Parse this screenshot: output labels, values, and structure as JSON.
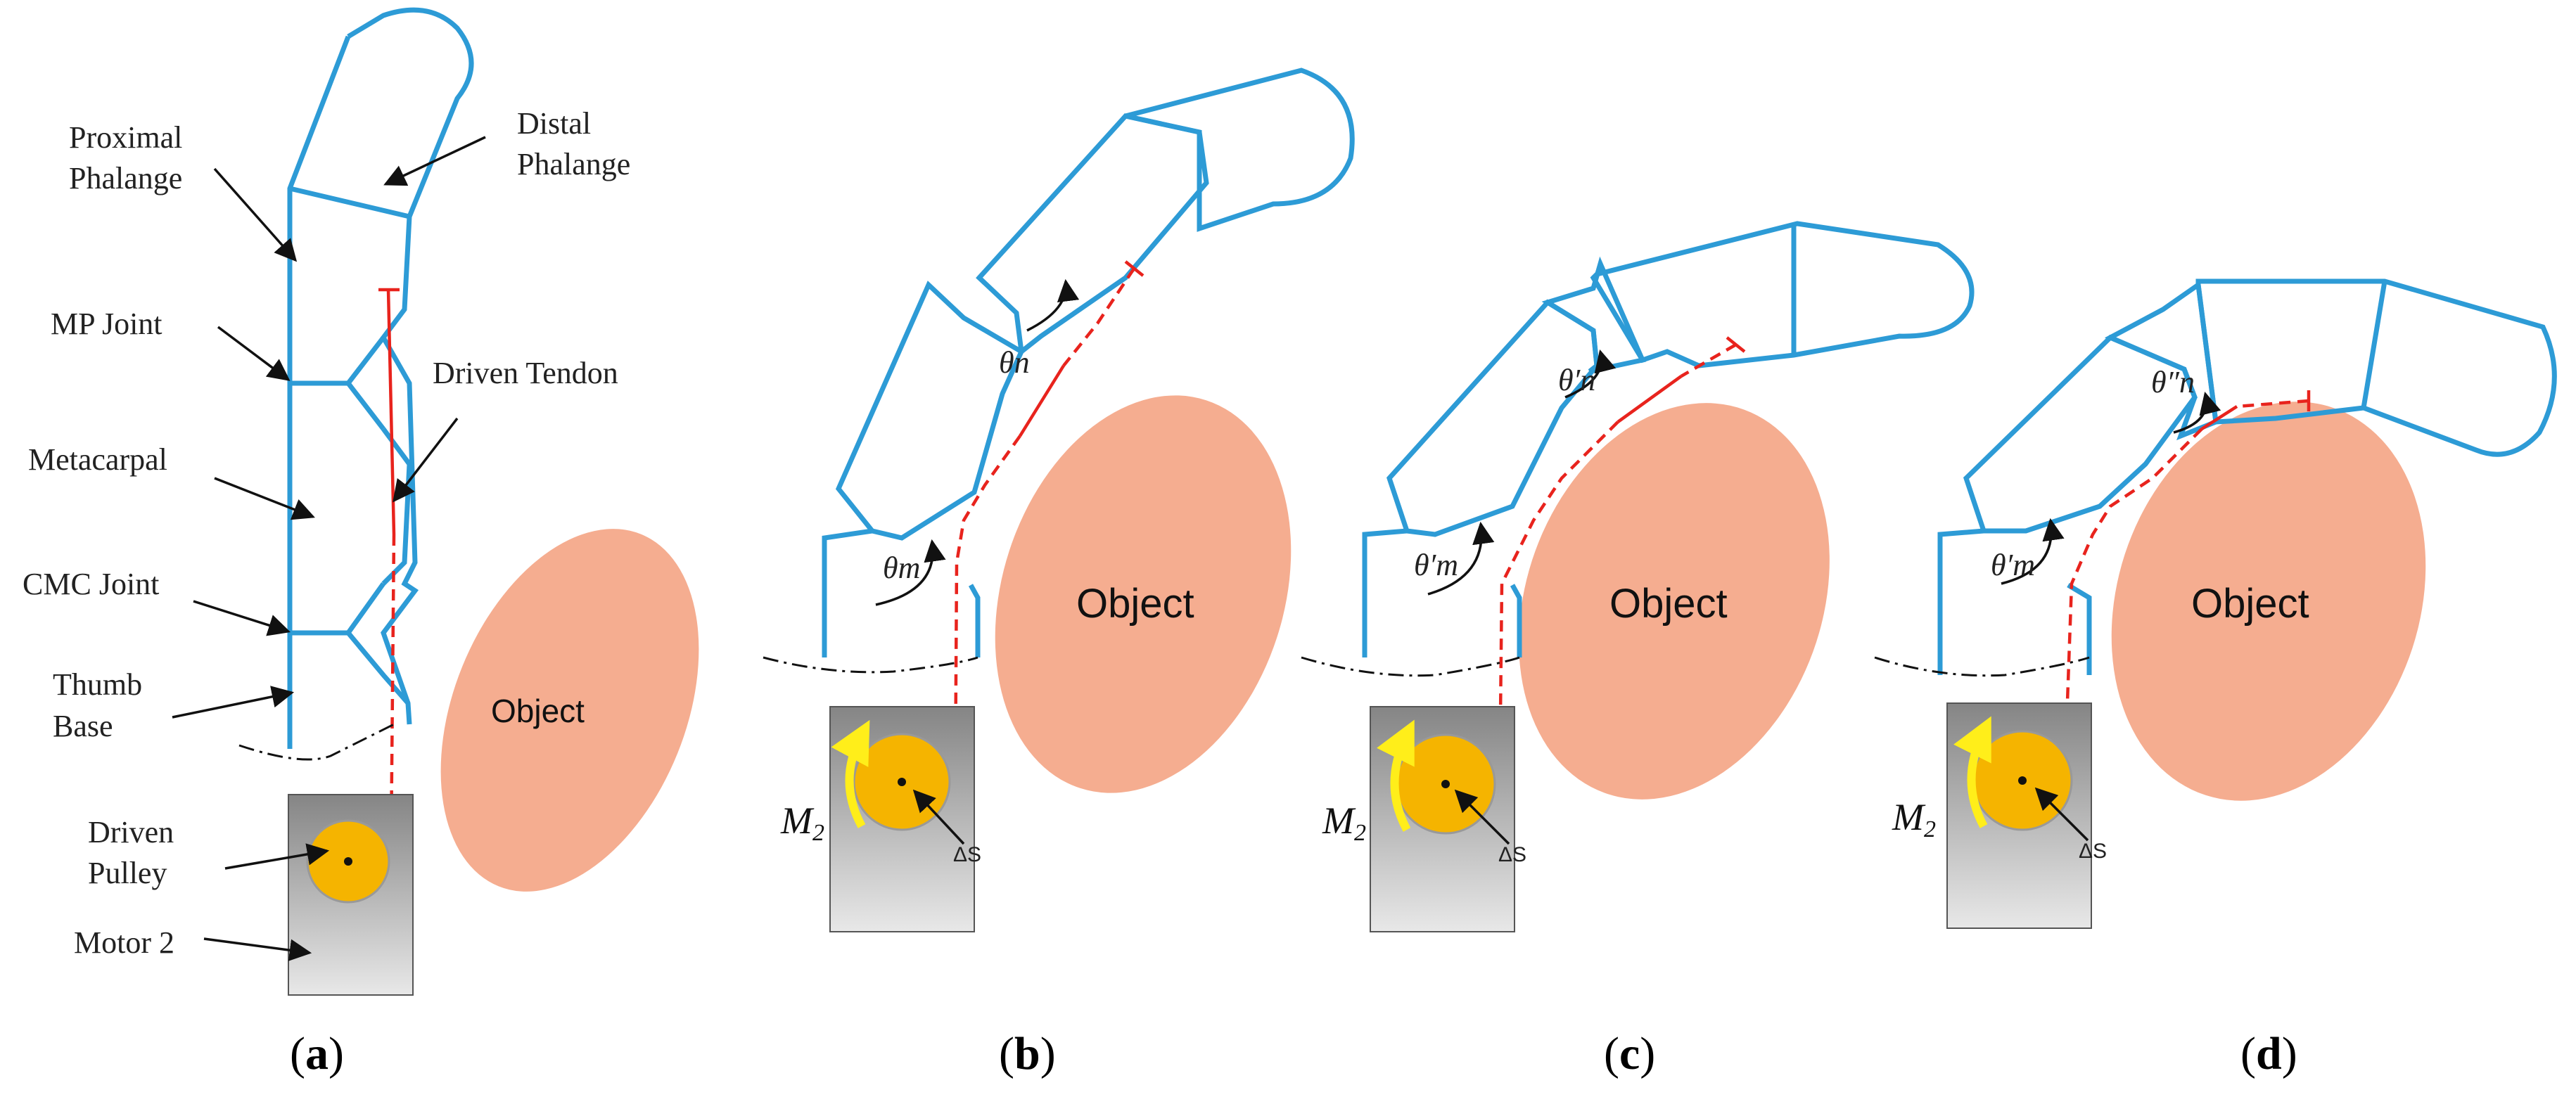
{
  "colors": {
    "finger_outline": "#2d9bd6",
    "tendon": "#e8231d",
    "object_fill": "#f4a98a",
    "pulley_fill": "#f5b400",
    "motor_gradient_top": "#888888",
    "motor_gradient_bottom": "#e6e6e6",
    "rotation_arrow": "#ffee1a"
  },
  "panel_a": {
    "labels": {
      "proximal_line1": "Proximal",
      "proximal_line2": "Phalange",
      "distal_line1": "Distal",
      "distal_line2": "Phalange",
      "mp_joint": "MP Joint",
      "driven_tendon": "Driven Tendon",
      "metacarpal": "Metacarpal",
      "cmc_joint": "CMC Joint",
      "thumb_base_line1": "Thumb",
      "thumb_base_line2": "Base",
      "driven_pulley_line1": "Driven",
      "driven_pulley_line2": "Pulley",
      "motor": "Motor 2",
      "object": "Object"
    }
  },
  "panel_b": {
    "object": "Object",
    "motor": "M",
    "motor_sub": "2",
    "delta": "ΔS",
    "theta_m": "θm",
    "theta_n": "θn"
  },
  "panel_c": {
    "object": "Object",
    "motor": "M",
    "motor_sub": "2",
    "delta": "ΔS",
    "theta_m": "θ′m",
    "theta_n": "θ′n"
  },
  "panel_d": {
    "object": "Object",
    "motor": "M",
    "motor_sub": "2",
    "delta": "ΔS",
    "theta_m": "θ′m",
    "theta_n": "θ″n"
  },
  "captions": [
    {
      "open": "(",
      "letter": "a",
      "close": ")"
    },
    {
      "open": "(",
      "letter": "b",
      "close": ")"
    },
    {
      "open": "(",
      "letter": "c",
      "close": ")"
    },
    {
      "open": "(",
      "letter": "d",
      "close": ")"
    }
  ]
}
